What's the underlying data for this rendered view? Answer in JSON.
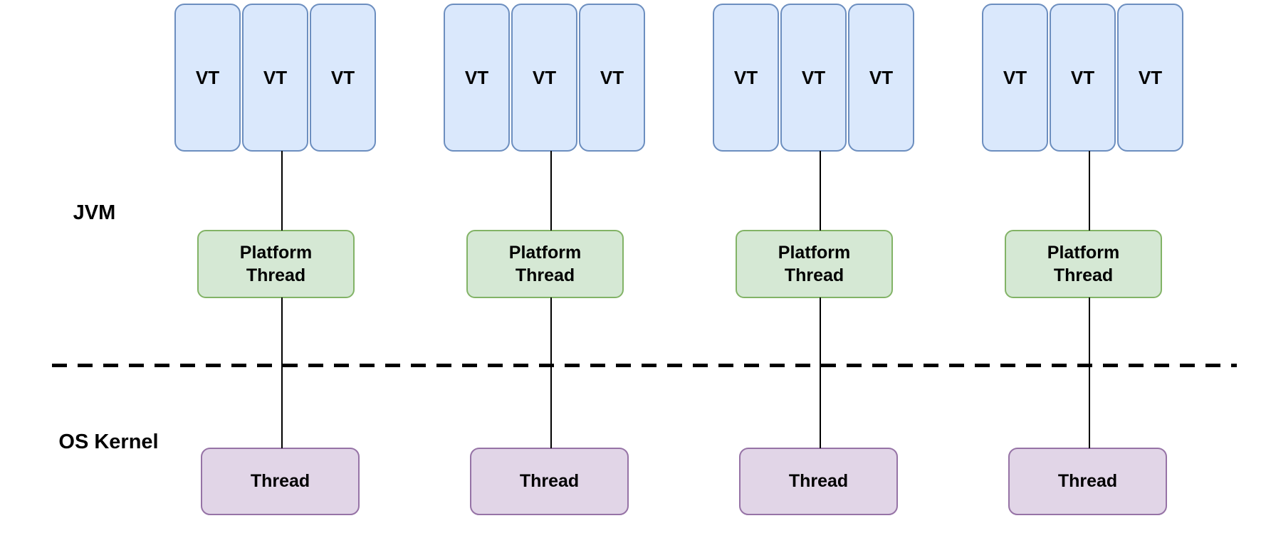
{
  "diagram": {
    "type": "architecture-diagram",
    "subject": "JVM virtual threads to OS threads mapping",
    "regions": {
      "jvm_label": "JVM",
      "os_kernel_label": "OS Kernel"
    },
    "colors": {
      "vt_fill": "#dae8fc",
      "vt_border": "#6c8ebf",
      "platform_fill": "#d5e8d4",
      "platform_border": "#82b366",
      "os_thread_fill": "#e1d5e7",
      "os_thread_border": "#9673a6",
      "connector": "#000000",
      "divider": "#000000",
      "text": "#000000",
      "background": "#ffffff"
    },
    "groups": [
      {
        "vt_labels": [
          "VT",
          "VT",
          "VT"
        ],
        "platform_thread": {
          "line1": "Platform",
          "line2": "Thread"
        },
        "os_thread_label": "Thread"
      },
      {
        "vt_labels": [
          "VT",
          "VT",
          "VT"
        ],
        "platform_thread": {
          "line1": "Platform",
          "line2": "Thread"
        },
        "os_thread_label": "Thread"
      },
      {
        "vt_labels": [
          "VT",
          "VT",
          "VT"
        ],
        "platform_thread": {
          "line1": "Platform",
          "line2": "Thread"
        },
        "os_thread_label": "Thread"
      },
      {
        "vt_labels": [
          "VT",
          "VT",
          "VT"
        ],
        "platform_thread": {
          "line1": "Platform",
          "line2": "Thread"
        },
        "os_thread_label": "Thread"
      }
    ]
  }
}
